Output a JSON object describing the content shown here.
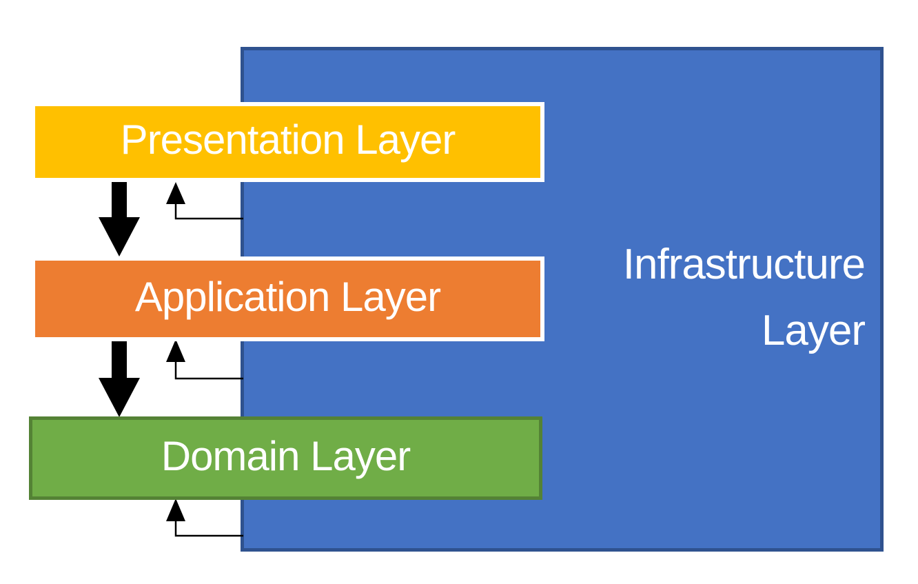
{
  "diagram": {
    "type": "layered-architecture",
    "background": "#FFFFFF",
    "boxes": {
      "presentation": {
        "label": "Presentation Layer",
        "fill": "#FFC000",
        "border": "#FFFFFF",
        "text_color": "#FFFFFF"
      },
      "application": {
        "label": "Application Layer",
        "fill": "#ED7D31",
        "border": "#FFFFFF",
        "text_color": "#FFFFFF"
      },
      "domain": {
        "label": "Domain Layer",
        "fill": "#70AD47",
        "border": "#548235",
        "text_color": "#FFFFFF"
      },
      "infrastructure": {
        "label": "Infrastructure Layer",
        "label_lines": [
          "Infrastructure",
          "Layer"
        ],
        "fill": "#4472C4",
        "border": "#2F528F",
        "text_color": "#FFFFFF"
      }
    },
    "arrows": {
      "color": "#000000",
      "thick_down": [
        {
          "name": "presentation-to-application"
        },
        {
          "name": "application-to-domain"
        }
      ],
      "thin_up": [
        {
          "name": "infrastructure-to-presentation"
        },
        {
          "name": "infrastructure-to-application"
        },
        {
          "name": "infrastructure-to-domain"
        }
      ]
    }
  }
}
